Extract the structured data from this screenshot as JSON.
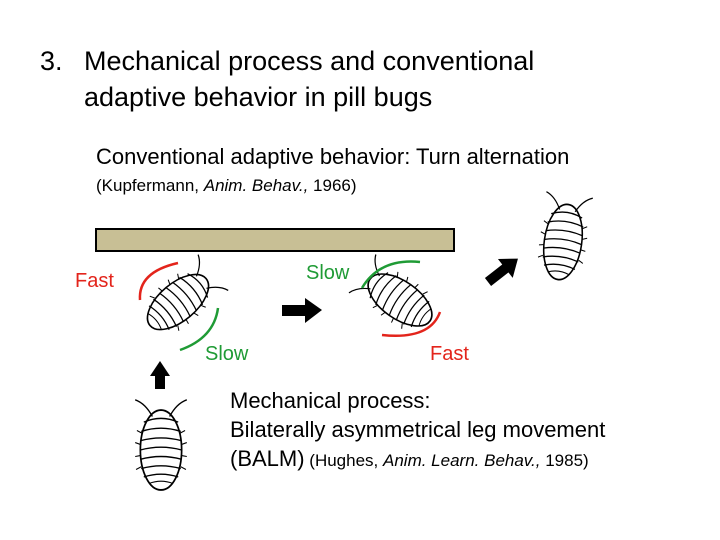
{
  "title": {
    "number": "3.",
    "line1": "Mechanical process and conventional",
    "line2": "adaptive behavior in pill bugs"
  },
  "conventional": {
    "heading": "Conventional adaptive behavior: Turn alternation",
    "cite_open": "(Kupfermann, ",
    "cite_journal": "Anim. Behav.,",
    "cite_year": " 1966)"
  },
  "labels": {
    "left_fast": "Fast",
    "left_slow": "Slow",
    "right_slow": "Slow",
    "right_fast": "Fast"
  },
  "mechanical": {
    "line1": "Mechanical process:",
    "line2": "Bilaterally asymmetrical leg movement",
    "line3": "(BALM)",
    "cite_open": " (Hughes, ",
    "cite_journal": "Anim. Learn. Behav.,",
    "cite_year": " 1985)"
  },
  "colors": {
    "fast": "#e3241b",
    "slow": "#1f9b35",
    "wall": "#c8bf95"
  }
}
